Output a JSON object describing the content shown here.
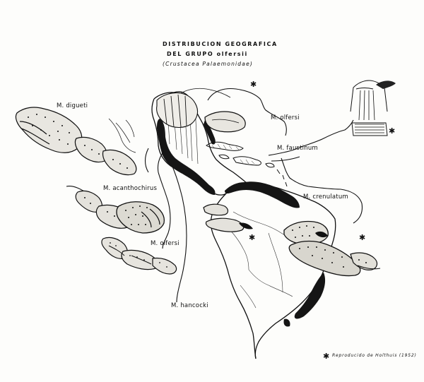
{
  "map": {
    "title_line1": "DISTRIBUCION GEOGRAFICA",
    "title_line2": "DEL GRUPO olfersii",
    "subtitle": "(Crustacea Palaemonidae)",
    "source_note": "Reproducido de Holthuis (1952)",
    "star_symbol": "✱",
    "ink_color": "#111111",
    "paper_color": "#fdfdfb"
  },
  "species_labels": {
    "digueti": "M. digueti",
    "acanthochirus": "M. acanthochirus",
    "olfersi_left": "M. olfersi",
    "hancocki": "M. hancocki",
    "olfersi_top": "M. olfersi",
    "faustinum": "M. faustinum",
    "crenulatum": "M. crenulatum"
  }
}
